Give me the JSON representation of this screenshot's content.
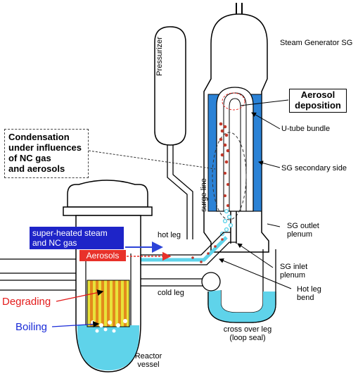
{
  "labels": {
    "steam_generator": "Steam Generator SG",
    "pressurizer": "Pressurizer",
    "aerosol_deposition_line1": "Aerosol",
    "aerosol_deposition_line2": "deposition",
    "condensation_line1": "Condensation",
    "condensation_line2": "under influences",
    "condensation_line3": "of NC gas",
    "condensation_line4": "and aerosols",
    "u_tube_bundle": "U-tube bundle",
    "sg_secondary_side": "SG secondary side",
    "surge_line": "surge line",
    "sg_outlet_plenum_line1": "SG outlet",
    "sg_outlet_plenum_line2": "plenum",
    "superheated_line1": "super-heated steam",
    "superheated_line2": "and NC gas",
    "hot_leg": "hot leg",
    "aerosols": "Aerosols",
    "sg_inlet_plenum_line1": "SG inlet",
    "sg_inlet_plenum_line2": "plenum",
    "hot_leg_bend_line1": "Hot leg",
    "hot_leg_bend_line2": "bend",
    "cold_leg": "cold leg",
    "degrading": "Degrading",
    "boiling": "Boiling",
    "cross_over_leg_line1": "cross over leg",
    "cross_over_leg_line2": "(loop seal)",
    "reactor_vessel_line1": "Reactor",
    "reactor_vessel_line2": "vessel"
  },
  "colors": {
    "water": "#5fd3ea",
    "sg_secondary": "#2b82d6",
    "steam_flow": "#2d44d8",
    "aerosol_flow": "#e8312a",
    "core_stripe_a": "#e38a1c",
    "core_stripe_b": "#e8e23a",
    "aerosol_particle": "#c0392b",
    "outline": "#000000"
  }
}
